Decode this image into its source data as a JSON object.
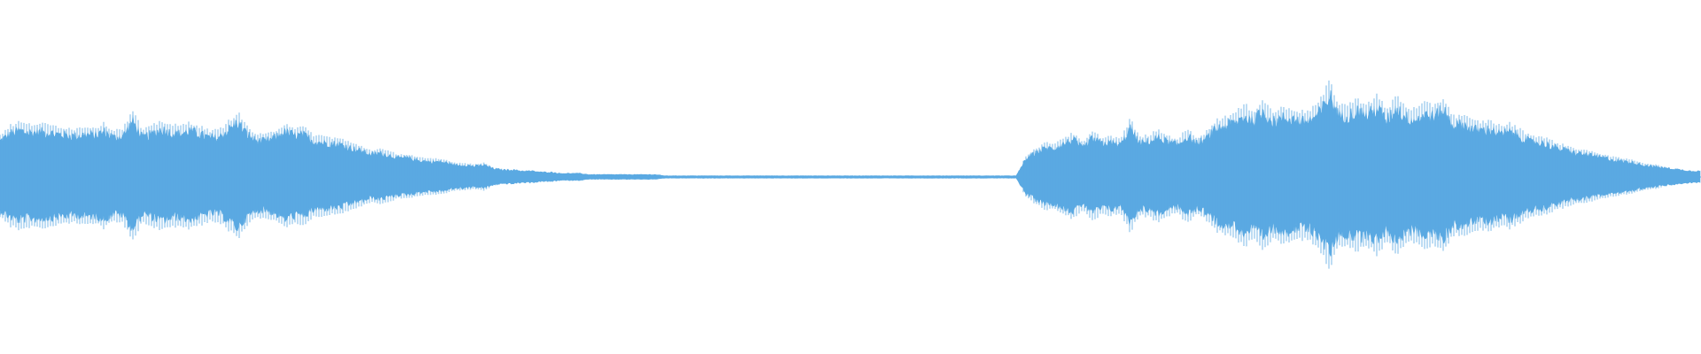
{
  "waveform": {
    "color": "#5aa9e2",
    "background": "#ffffff",
    "channels": 1,
    "envelope_amplitude_samples": [
      0.3,
      0.36,
      0.39,
      0.37,
      0.38,
      0.37,
      0.36,
      0.35,
      0.34,
      0.36,
      0.35,
      0.38,
      0.33,
      0.35,
      0.47,
      0.33,
      0.36,
      0.4,
      0.37,
      0.36,
      0.39,
      0.36,
      0.33,
      0.33,
      0.39,
      0.46,
      0.36,
      0.3,
      0.3,
      0.33,
      0.38,
      0.35,
      0.35,
      0.3,
      0.29,
      0.28,
      0.27,
      0.24,
      0.22,
      0.19,
      0.2,
      0.18,
      0.16,
      0.16,
      0.14,
      0.13,
      0.13,
      0.12,
      0.1,
      0.1,
      0.09,
      0.1,
      0.07,
      0.06,
      0.06,
      0.05,
      0.05,
      0.04,
      0.04,
      0.03,
      0.03,
      0.03,
      0.02,
      0.02,
      0.02,
      0.02,
      0.02,
      0.02,
      0.02,
      0.02,
      0.01,
      0.01,
      0.01,
      0.01,
      0.01,
      0.01,
      0.01,
      0.01,
      0.01,
      0.01,
      0.01,
      0.01,
      0.01,
      0.01,
      0.01,
      0.01,
      0.01,
      0.01,
      0.01,
      0.01,
      0.01,
      0.01,
      0.01,
      0.01,
      0.01,
      0.01,
      0.01,
      0.01,
      0.01,
      0.01,
      0.01,
      0.01,
      0.01,
      0.01,
      0.01,
      0.01,
      0.01,
      0.01,
      0.15,
      0.2,
      0.24,
      0.24,
      0.28,
      0.31,
      0.24,
      0.32,
      0.28,
      0.29,
      0.27,
      0.41,
      0.28,
      0.3,
      0.33,
      0.29,
      0.27,
      0.34,
      0.28,
      0.32,
      0.4,
      0.43,
      0.45,
      0.51,
      0.47,
      0.55,
      0.46,
      0.49,
      0.49,
      0.46,
      0.48,
      0.54,
      0.68,
      0.51,
      0.52,
      0.55,
      0.52,
      0.58,
      0.47,
      0.58,
      0.5,
      0.48,
      0.52,
      0.51,
      0.56,
      0.43,
      0.44,
      0.4,
      0.39,
      0.4,
      0.36,
      0.38,
      0.34,
      0.3,
      0.29,
      0.27,
      0.24,
      0.22,
      0.2,
      0.19,
      0.17,
      0.16,
      0.14,
      0.13,
      0.12,
      0.1,
      0.09,
      0.08,
      0.07,
      0.06,
      0.05,
      0.05
    ]
  }
}
